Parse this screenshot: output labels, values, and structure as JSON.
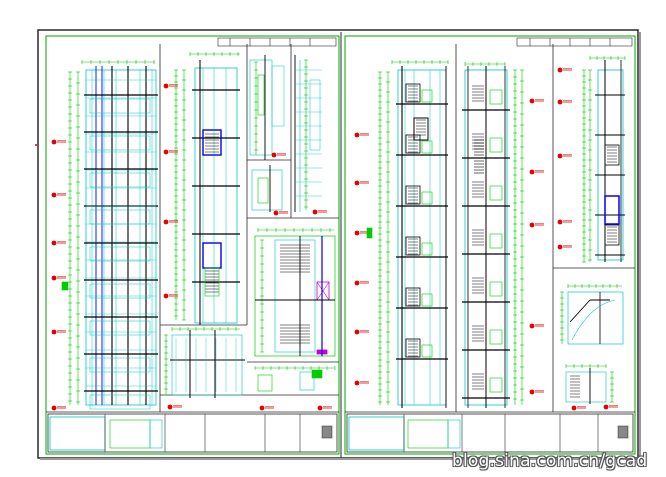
{
  "watermark": "blog.sina.com.cn/gcad",
  "colors": {
    "background": "#ffffff",
    "frame": "#2a2a2a",
    "green": "#00cc00",
    "cyan": "#00c8c8",
    "blue": "#0000ff",
    "black": "#000000",
    "red": "#e60000",
    "magenta": "#cc00cc",
    "yellow": "#e6c800"
  },
  "sheets": [
    {
      "name": "left-sheet",
      "title_block": "bottom strip"
    },
    {
      "name": "right-sheet",
      "title_block": "bottom strip"
    }
  ]
}
